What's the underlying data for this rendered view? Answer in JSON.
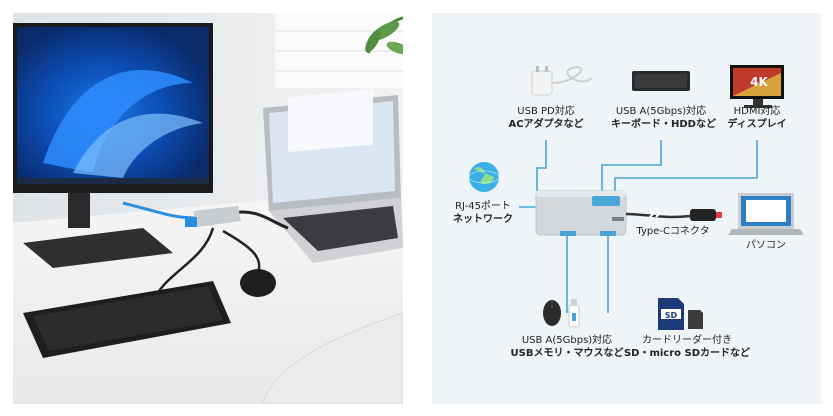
{
  "diagram": {
    "usb_pd": {
      "line1": "USB PD対応",
      "line2": "ACアダプタなど"
    },
    "usb_a_top": {
      "line1": "USB A(5Gbps)対応",
      "line2": "キーボード・HDDなど"
    },
    "hdmi": {
      "line1": "HDMI対応",
      "line2": "ディスプレイ"
    },
    "rj45": {
      "line1": "RJ-45ポート",
      "line2": "ネットワーク"
    },
    "typec": {
      "line1": "Type-Cコネクタ"
    },
    "pc": {
      "line1": "パソコン"
    },
    "usb_a_bottom": {
      "line1": "USB A(5Gbps)対応",
      "line2": "USBメモリ・マウスなど"
    },
    "card": {
      "line1": "カードリーダー付き",
      "line2": "SD・micro SDカードなど"
    },
    "monitor_badge": "4K",
    "sd_badge": "SD",
    "colors": {
      "line": "#48a7d8",
      "hub": "#d4d8dc",
      "bg": "#eef4f8"
    }
  }
}
